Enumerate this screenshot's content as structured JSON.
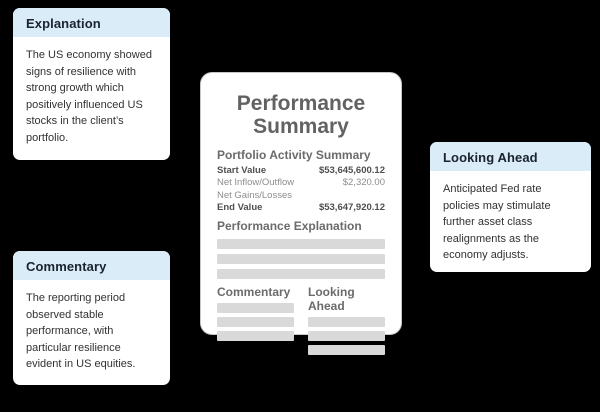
{
  "callouts": {
    "explanation": {
      "title": "Explanation",
      "body": "The US economy showed signs of resilience with strong growth which positively influenced US stocks in the client’s portfolio."
    },
    "commentary": {
      "title": "Commentary",
      "body": "The reporting period observed stable performance, with particular resilience evident in US equities."
    },
    "looking_ahead": {
      "title": "Looking Ahead",
      "body": "Anticipated Fed rate policies may stimulate further asset class realignments as the economy adjusts."
    }
  },
  "document": {
    "title_line1": "Performance",
    "title_line2": "Summary",
    "sections": {
      "activity": {
        "heading": "Portfolio Activity Summary",
        "rows": [
          {
            "label": "Start Value",
            "value": "$53,645,600.12",
            "bold": true
          },
          {
            "label": "Net Inflow/Outflow",
            "value": "$2,320.00",
            "bold": false
          },
          {
            "label": "Net Gains/Losses",
            "value": "",
            "bold": false
          },
          {
            "label": "End Value",
            "value": "$53,647,920.12",
            "bold": true
          }
        ]
      },
      "performance_explanation": {
        "heading": "Performance Explanation",
        "placeholder_lines": 3
      },
      "commentary_col": {
        "heading": "Commentary",
        "placeholder_lines": 3
      },
      "looking_ahead_col": {
        "heading": "Looking Ahead",
        "placeholder_lines": 3
      }
    }
  },
  "colors": {
    "background": "#000000",
    "callout_header_bg": "#d9ecf8",
    "callout_header_text": "#1a232e",
    "callout_body_text": "#323232",
    "doc_title": "#626262",
    "doc_heading": "#6b6b6b",
    "doc_row_bold": "#4f4f4f",
    "doc_row_light": "#8d8d8d",
    "placeholder_bar": "#d9d9d9"
  }
}
